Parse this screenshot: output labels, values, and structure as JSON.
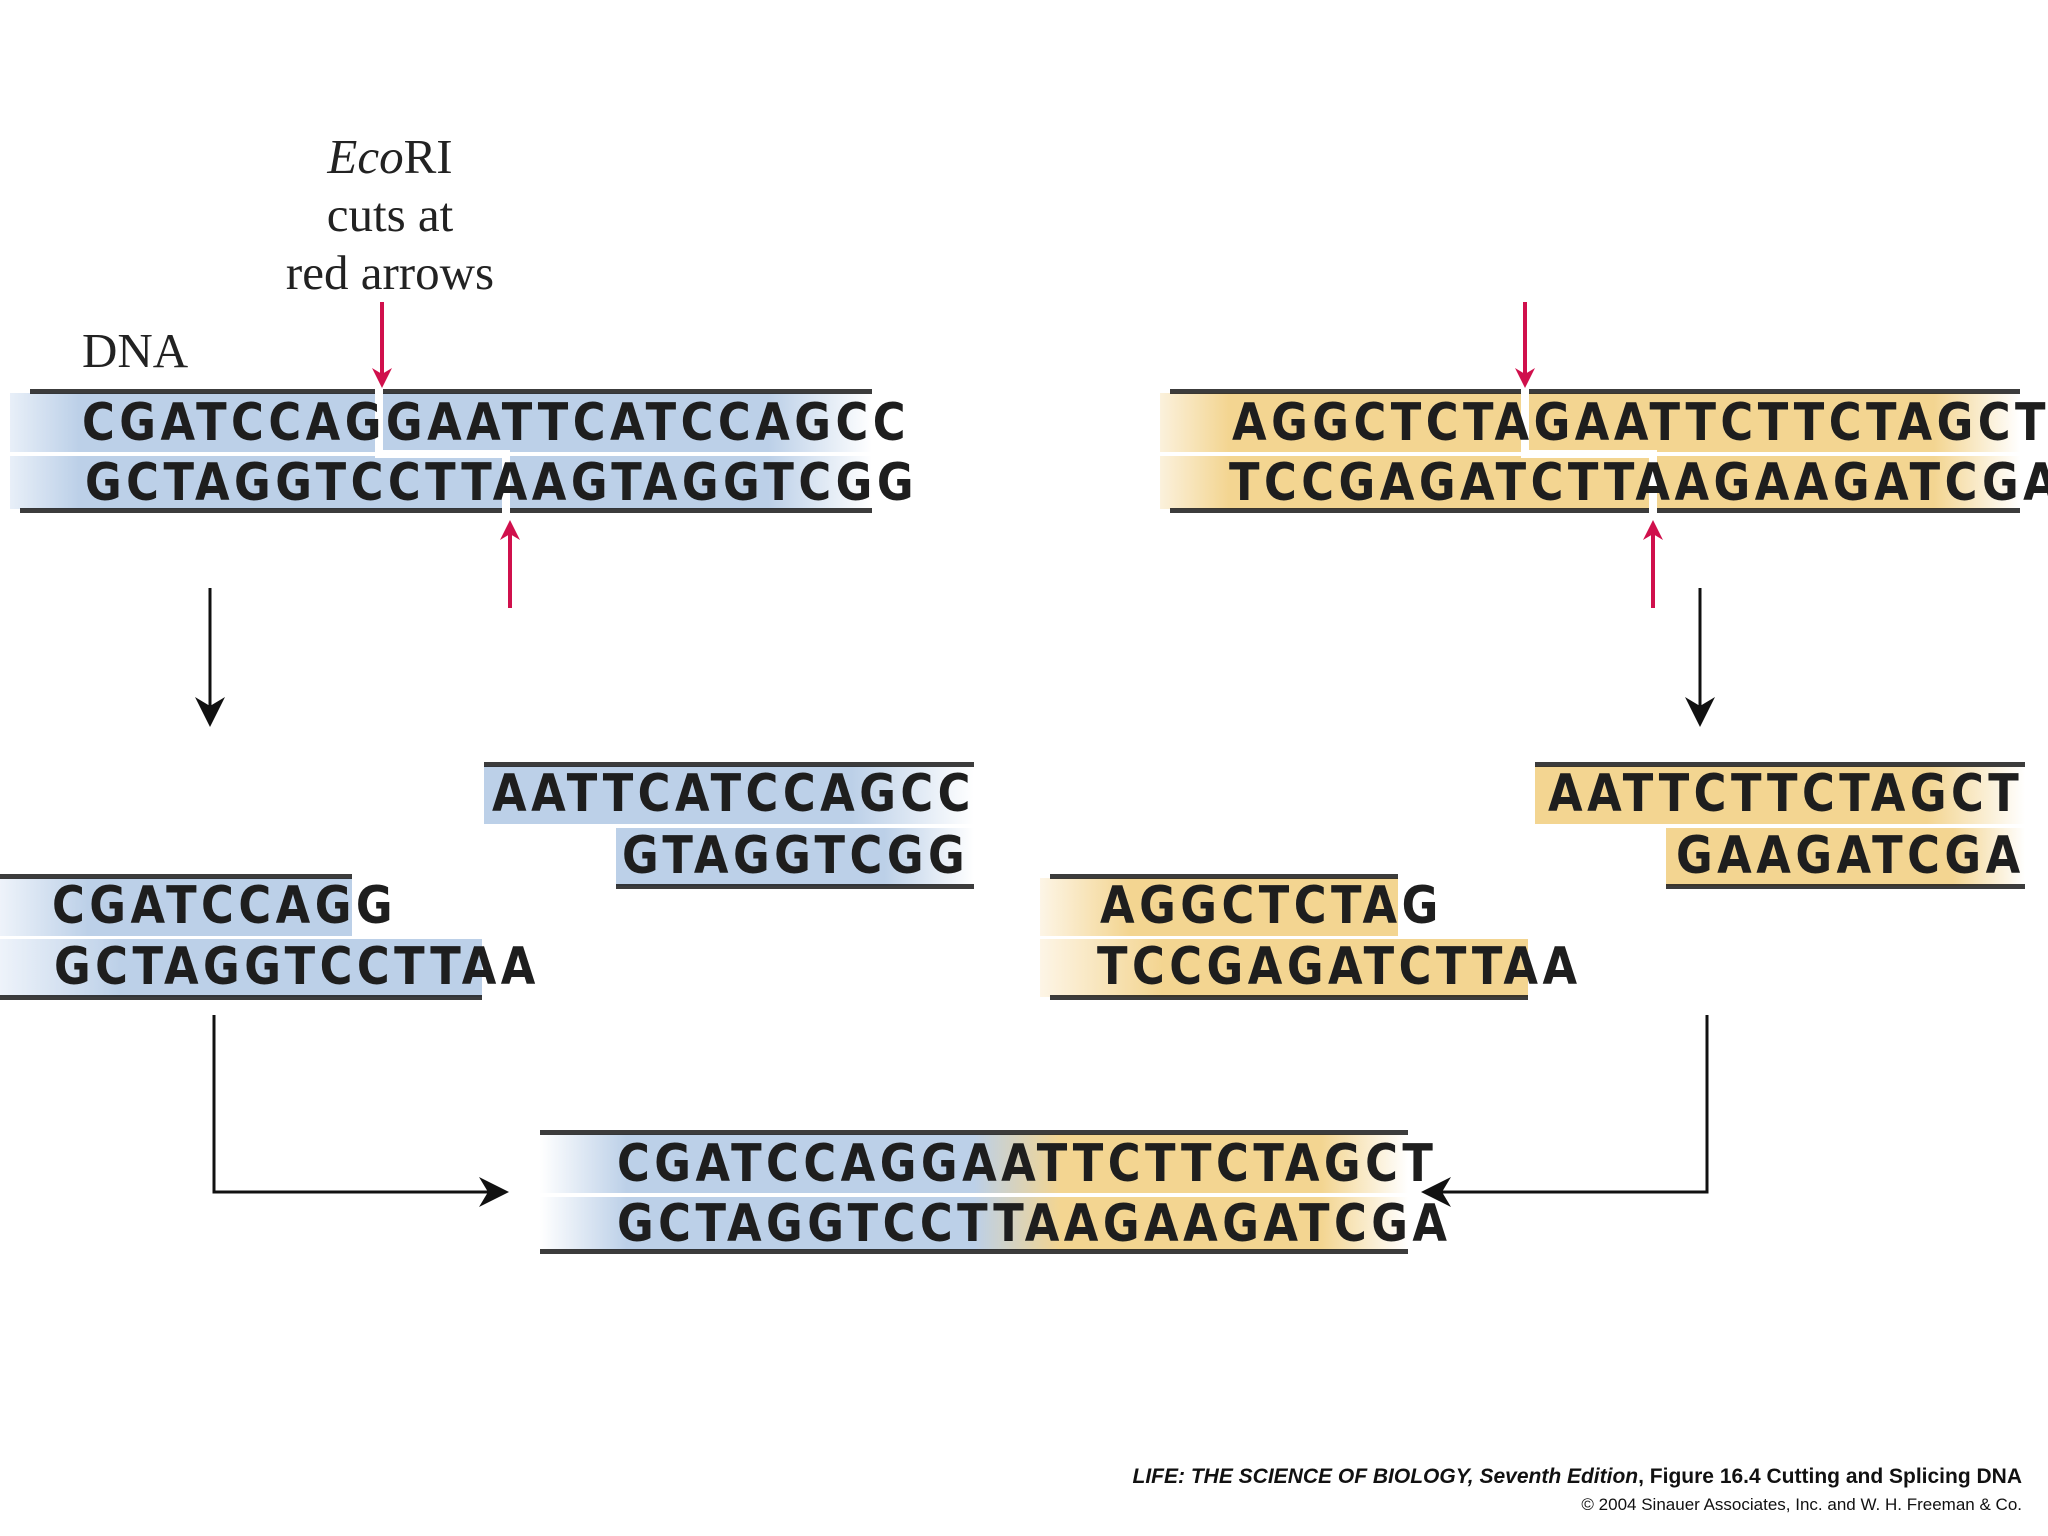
{
  "label": {
    "enzyme_italic": "Eco",
    "enzyme_rest": "RI",
    "line2": "cuts at",
    "line3": "red arrows",
    "dna": "DNA"
  },
  "colors": {
    "blue_fragment": "#b9cde6",
    "yellow_fragment": "#f3d48f",
    "cut_arrow": "#d0104c",
    "process_arrow": "#111111"
  },
  "sequences": {
    "left_dna": {
      "top": "CGATCCAGGAATTCATCCAGCC",
      "bottom": "GCTAGGTCCTTAAGTAGGTCGG"
    },
    "right_dna": {
      "top": "AGGCTCTAGAATTCTTCTAGCT",
      "bottom": "TCCGAGATCTTAAGAAGATCGA"
    },
    "left_frag_right_piece": {
      "top": "AATTCATCCAGCC",
      "bottom": "GTAGGTCGG"
    },
    "left_frag_left_piece": {
      "top": "CGATCCAGG",
      "bottom": "GCTAGGTCCTTAA"
    },
    "right_frag_right_piece": {
      "top": "AATTCTTCTAGCT",
      "bottom": "GAAGATCGA"
    },
    "right_frag_left_piece": {
      "top": "AGGCTCTAG",
      "bottom": "TCCGAGATCTTAA"
    },
    "recombinant": {
      "top_blue": "CGATCCAGG",
      "top_yellow": "AATTCTTCTAGCT",
      "bottom_blue": "GCTAGGTCCTTAA",
      "bottom_yellow": "GAAGATCGA"
    }
  },
  "footer": {
    "book_title": "LIFE: THE SCIENCE OF BIOLOGY",
    "edition": ", Seventh Edition",
    "figure": ", Figure 16.4 Cutting and Splicing DNA",
    "copyright": "© 2004 Sinauer Associates, Inc. and W. H. Freeman & Co."
  }
}
